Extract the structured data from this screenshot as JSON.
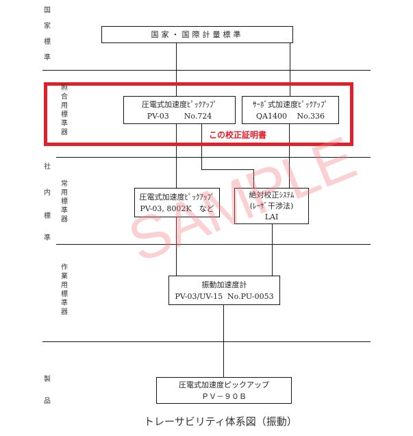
{
  "left_labels": {
    "national_standard": [
      "国",
      "家",
      "標",
      "準"
    ],
    "reference_standard": "照合用標準器",
    "company_standard": [
      "社",
      "内",
      "標",
      "準"
    ],
    "working_standard_regular": "常用標準器",
    "working_standard": "作業用標準器",
    "product": [
      "製",
      "品"
    ]
  },
  "boxes": {
    "national": {
      "line1": "国家・国際計量標準"
    },
    "ref_piezo": {
      "line1": "圧電式加速度ﾋﾟｯｸｱｯﾌﾟ",
      "line2": "PV-03　　No.724"
    },
    "ref_servo": {
      "line1": "ｻｰﾎﾞ式加速度ﾋﾟｯｸｱｯﾌﾟ",
      "line2": "QA1400　 No.336"
    },
    "regular_piezo": {
      "line1": "圧電式加速度ﾋﾟｯｸｱｯﾌﾟ",
      "line2": "PV-03, 8002K　など"
    },
    "absolute_system": {
      "line1": "絶対校正ｼｽﾃﾑ",
      "line2": "(ﾚｰｻﾞ干渉法)",
      "line3": "LAI"
    },
    "vibration_meter": {
      "line1": "振動加速度計",
      "line2": "PV-03/UV-15  No.PU-0053"
    },
    "product": {
      "line1": "圧電式加速度ピックアップ",
      "line2": "ＰＶ－９０Ｂ"
    }
  },
  "highlight_label": "この校正証明書",
  "highlight_color": "#e3202a",
  "watermark": "SAMPLE",
  "caption": "トレーサビリティ体系図（振動）"
}
